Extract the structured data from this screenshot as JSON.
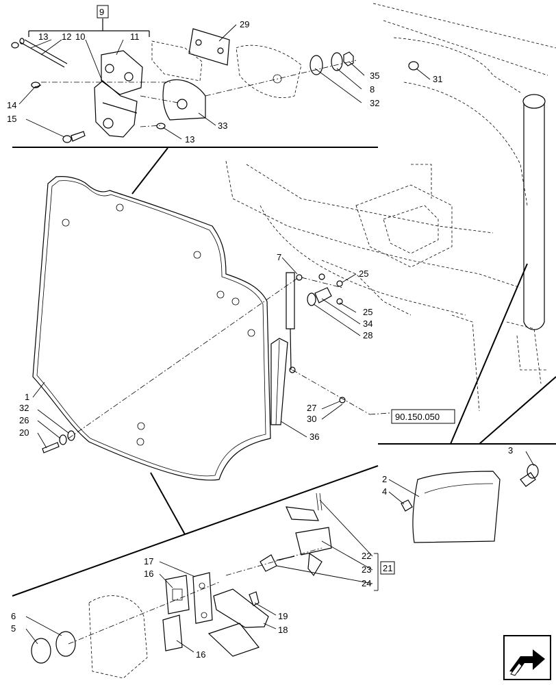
{
  "labels": {
    "l1": "1",
    "l2": "2",
    "l3": "3",
    "l4": "4",
    "l5": "5",
    "l6": "6",
    "l7": "7",
    "l8": "8",
    "l9": "9",
    "l10": "10",
    "l11": "11",
    "l12": "12",
    "l13a": "13",
    "l13b": "13",
    "l14": "14",
    "l15": "15",
    "l16a": "16",
    "l16b": "16",
    "l17": "17",
    "l18": "18",
    "l19": "19",
    "l20": "20",
    "l21": "21",
    "l22": "22",
    "l23": "23",
    "l24": "24",
    "l25a": "25",
    "l25b": "25",
    "l26": "26",
    "l27": "27",
    "l28": "28",
    "l29": "29",
    "l30": "30",
    "l31": "31",
    "l32a": "32",
    "l32b": "32",
    "l33": "33",
    "l34": "34",
    "l35": "35",
    "l36": "36"
  },
  "reference": "90.150.050",
  "nav_icon": "arrow-next-icon"
}
